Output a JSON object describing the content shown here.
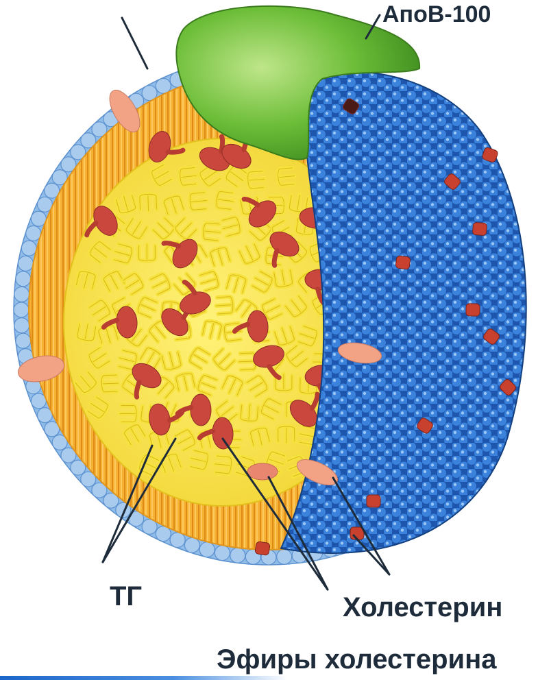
{
  "diagram": {
    "labels": {
      "apob": "АпоВ-100",
      "tg": "ТГ",
      "cholesterol": "Холестерин",
      "cholesterol_esters": "Эфиры холестерина"
    },
    "colors": {
      "outline": "#1d2b3a",
      "phospholipid_head": "#a9cbee",
      "phospholipid_tail": "#f2a52d",
      "core": "#f8e94a",
      "triglyceride": "#f6e23c",
      "cholesterol": "#f2a285",
      "cholesterol_ester": "#c9473c",
      "apolipoprotein": "#6cbd38",
      "surface_blue": "#2e6fd0"
    }
  }
}
